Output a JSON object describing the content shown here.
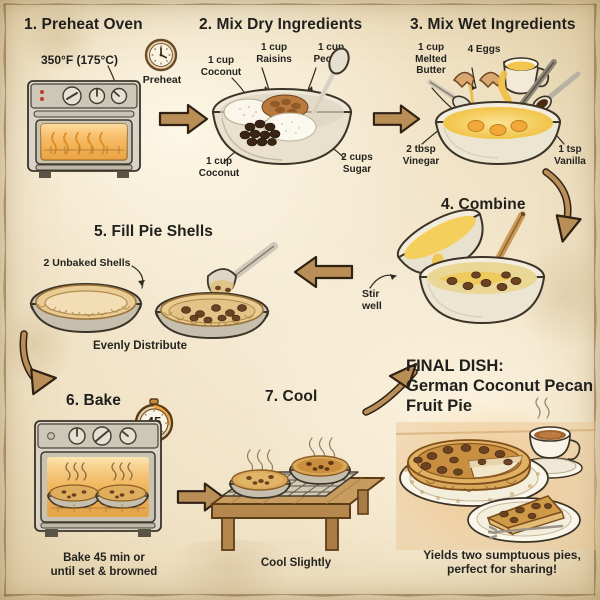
{
  "recipe": {
    "final_title": "FINAL DISH:\nGerman Coconut Pecan\nFruit Pie",
    "final_caption": "Yields two sumptuous pies,\nperfect for sharing!"
  },
  "steps": [
    {
      "id": "preheat-oven",
      "title": "1. Preheat Oven",
      "temperature": "350°F (175°C)",
      "icon_label": "Preheat"
    },
    {
      "id": "mix-dry-ingredients",
      "title": "2. Mix Dry Ingredients",
      "labels": [
        "1 cup\nCoconut",
        "1 cup\nRaisins",
        "1 cup\nPecans",
        "1 cup\nCoconut",
        "2 cups\nSugar"
      ]
    },
    {
      "id": "mix-wet-ingredients",
      "title": "3. Mix Wet Ingredients",
      "labels": [
        "1 cup\nMelted\nButter",
        "4 Eggs",
        "2 tbsp\nVinegar",
        "1 tsp\nVanilla"
      ]
    },
    {
      "id": "combine",
      "title": "4. Combine",
      "note": "Stir\nwell"
    },
    {
      "id": "fill-pie-shells",
      "title": "5. Fill Pie Shells",
      "note": "2 Unbaked Shells",
      "caption": "Evenly Distribute"
    },
    {
      "id": "bake",
      "title": "6. Bake",
      "timer_value": "45",
      "timer_unit": "MIN",
      "caption": "Bake 45 min or\nuntil set & browned"
    },
    {
      "id": "cool",
      "title": "7. Cool",
      "caption": "Cool Slightly"
    }
  ],
  "colors": {
    "parchment": "#f2e5cb",
    "ink": "#20201c",
    "arrow_fill": "#b98f57",
    "arrow_stroke": "#3a2a18",
    "oven_body": "#d7d2c6",
    "oven_glow": "#f0a53c",
    "pie_crust": "#d9a košt"
  }
}
